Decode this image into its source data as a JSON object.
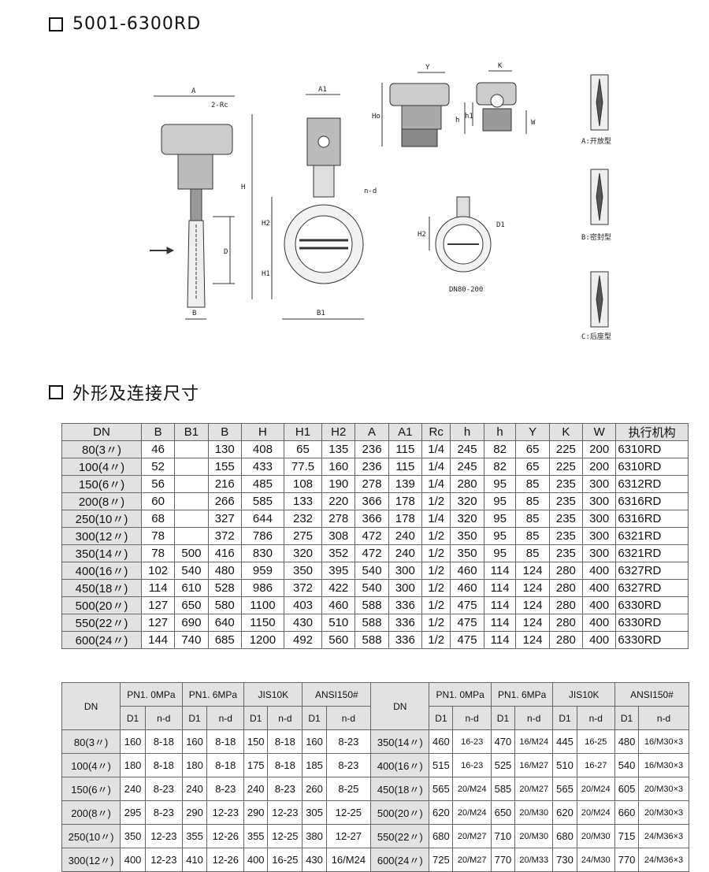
{
  "section1": {
    "title": "5001-6300RD"
  },
  "section2": {
    "title": "外形及连接尺寸"
  },
  "drawing": {
    "labels": {
      "A": "A",
      "Rc": "2-Rc",
      "D": "D",
      "B": "B",
      "A1": "A1",
      "H": "H",
      "H2": "H2",
      "H1": "H1",
      "nd": "n-d",
      "B1": "B1",
      "Y": "Y",
      "Ho": "Ho",
      "K": "K",
      "h1": "h1",
      "h": "h",
      "W": "W",
      "H2b": "H2",
      "D1": "D1",
      "dn_range": "DN80-200",
      "typeA": "A:开放型",
      "typeB": "B:密封型",
      "typeC": "C:后座型"
    }
  },
  "table1": {
    "headers": [
      "DN",
      "B",
      "B1",
      "B",
      "H",
      "H1",
      "H2",
      "A",
      "A1",
      "Rc",
      "h",
      "h",
      "Y",
      "K",
      "W",
      "执行机构"
    ],
    "rows": [
      [
        "80(3〃)",
        "46",
        "",
        "130",
        "408",
        "65",
        "135",
        "236",
        "115",
        "1/4",
        "245",
        "82",
        "65",
        "225",
        "200",
        "6310RD"
      ],
      [
        "100(4〃)",
        "52",
        "",
        "155",
        "433",
        "77.5",
        "160",
        "236",
        "115",
        "1/4",
        "245",
        "82",
        "65",
        "225",
        "200",
        "6310RD"
      ],
      [
        "150(6〃)",
        "56",
        "",
        "216",
        "485",
        "108",
        "190",
        "278",
        "139",
        "1/4",
        "280",
        "95",
        "85",
        "235",
        "300",
        "6312RD"
      ],
      [
        "200(8〃)",
        "60",
        "",
        "266",
        "585",
        "133",
        "220",
        "366",
        "178",
        "1/2",
        "320",
        "95",
        "85",
        "235",
        "300",
        "6316RD"
      ],
      [
        "250(10〃)",
        "68",
        "",
        "327",
        "644",
        "232",
        "278",
        "366",
        "178",
        "1/4",
        "320",
        "95",
        "85",
        "235",
        "300",
        "6316RD"
      ],
      [
        "300(12〃)",
        "78",
        "",
        "372",
        "786",
        "275",
        "308",
        "472",
        "240",
        "1/2",
        "350",
        "95",
        "85",
        "235",
        "300",
        "6321RD"
      ],
      [
        "350(14〃)",
        "78",
        "500",
        "416",
        "830",
        "320",
        "352",
        "472",
        "240",
        "1/2",
        "350",
        "95",
        "85",
        "235",
        "300",
        "6321RD"
      ],
      [
        "400(16〃)",
        "102",
        "540",
        "480",
        "959",
        "350",
        "395",
        "540",
        "300",
        "1/2",
        "460",
        "114",
        "124",
        "280",
        "400",
        "6327RD"
      ],
      [
        "450(18〃)",
        "114",
        "610",
        "528",
        "986",
        "372",
        "422",
        "540",
        "300",
        "1/2",
        "460",
        "114",
        "124",
        "280",
        "400",
        "6327RD"
      ],
      [
        "500(20〃)",
        "127",
        "650",
        "580",
        "1100",
        "403",
        "460",
        "588",
        "336",
        "1/2",
        "475",
        "114",
        "124",
        "280",
        "400",
        "6330RD"
      ],
      [
        "550(22〃)",
        "127",
        "690",
        "640",
        "1150",
        "430",
        "510",
        "588",
        "336",
        "1/2",
        "475",
        "114",
        "124",
        "280",
        "400",
        "6330RD"
      ],
      [
        "600(24〃)",
        "144",
        "740",
        "685",
        "1200",
        "492",
        "560",
        "588",
        "336",
        "1/2",
        "475",
        "114",
        "124",
        "280",
        "400",
        "6330RD"
      ]
    ]
  },
  "table2": {
    "dn_label": "DN",
    "groups": [
      "PN1. 0MPa",
      "PN1. 6MPa",
      "JIS10K",
      "ANSI150#"
    ],
    "sub": [
      "D1",
      "n-d"
    ],
    "rows": [
      [
        "80(3〃)",
        "160",
        "8-18",
        "160",
        "8-18",
        "150",
        "8-18",
        "160",
        "8-23",
        "350(14〃)",
        "460",
        "16-23",
        "470",
        "16/M24",
        "445",
        "16-25",
        "480",
        "16/M30×3"
      ],
      [
        "100(4〃)",
        "180",
        "8-18",
        "180",
        "8-18",
        "175",
        "8-18",
        "185",
        "8-23",
        "400(16〃)",
        "515",
        "16-23",
        "525",
        "16/M27",
        "510",
        "16-27",
        "540",
        "16/M30×3"
      ],
      [
        "150(6〃)",
        "240",
        "8-23",
        "240",
        "8-23",
        "240",
        "8-23",
        "260",
        "8-25",
        "450(18〃)",
        "565",
        "20/M24",
        "585",
        "20/M27",
        "565",
        "20/M24",
        "605",
        "20/M30×3"
      ],
      [
        "200(8〃)",
        "295",
        "8-23",
        "290",
        "12-23",
        "290",
        "12-23",
        "305",
        "12-25",
        "500(20〃)",
        "620",
        "20/M24",
        "650",
        "20/M30",
        "620",
        "20/M24",
        "660",
        "20/M30×3"
      ],
      [
        "250(10〃)",
        "350",
        "12-23",
        "355",
        "12-26",
        "355",
        "12-25",
        "380",
        "12-27",
        "550(22〃)",
        "680",
        "20/M27",
        "710",
        "20/M30",
        "680",
        "20/M30",
        "715",
        "24/M36×3"
      ],
      [
        "300(12〃)",
        "400",
        "12-23",
        "410",
        "12-26",
        "400",
        "16-25",
        "430",
        "16/M24",
        "600(24〃)",
        "725",
        "20/M27",
        "770",
        "20/M33",
        "730",
        "24/M30",
        "770",
        "24/M36×3"
      ]
    ]
  }
}
